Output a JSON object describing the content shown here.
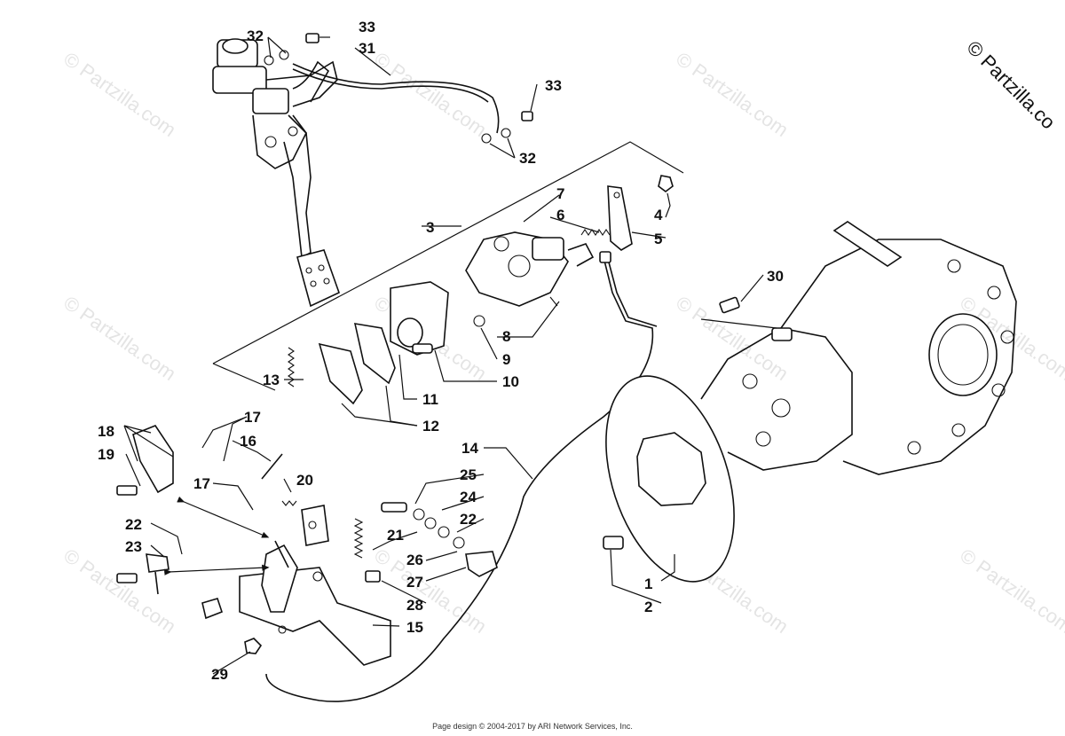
{
  "watermark": {
    "text": "© Partzilla.com"
  },
  "copyright_corner": "© Partzilla.co",
  "footer": "Page design © 2004-2017 by ARI Network Services, Inc.",
  "callouts": {
    "c1": "1",
    "c2": "2",
    "c3": "3",
    "c4": "4",
    "c5": "5",
    "c6": "6",
    "c7": "7",
    "c8": "8",
    "c9": "9",
    "c10": "10",
    "c11": "11",
    "c12": "12",
    "c13": "13",
    "c14": "14",
    "c15": "15",
    "c16": "16",
    "c17a": "17",
    "c17b": "17",
    "c18": "18",
    "c19": "19",
    "c20": "20",
    "c21": "21",
    "c22a": "22",
    "c22b": "22",
    "c23": "23",
    "c24": "24",
    "c25": "25",
    "c26": "26",
    "c27": "27",
    "c28": "28",
    "c29": "29",
    "c30": "30",
    "c31": "31",
    "c32a": "32",
    "c32b": "32",
    "c33a": "33",
    "c33b": "33"
  }
}
